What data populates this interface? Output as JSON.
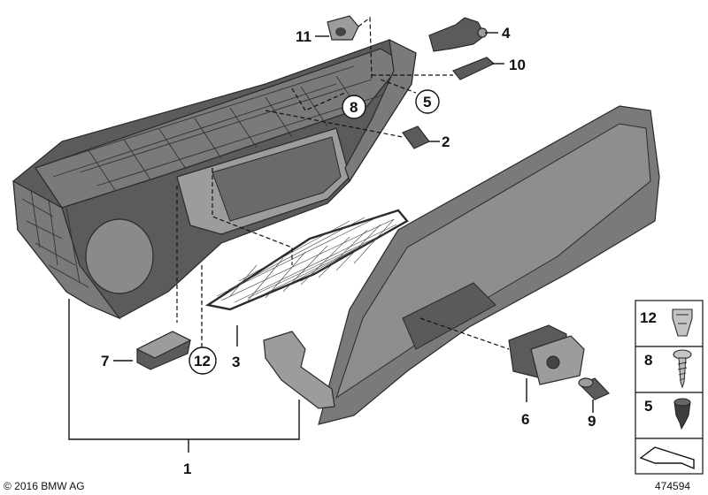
{
  "callouts": {
    "c1": "1",
    "c2": "2",
    "c3": "3",
    "c4": "4",
    "c5": "5",
    "c6": "6",
    "c7": "7",
    "c8": "8",
    "c9": "9",
    "c10": "10",
    "c11": "11",
    "c12": "12"
  },
  "legend": {
    "items": [
      "12",
      "8",
      "5"
    ]
  },
  "footer": {
    "copyright": "© 2016 BMW AG",
    "diagram_number": "474594"
  },
  "colors": {
    "part_dark": "#5b5b5b",
    "part_mid": "#7a7a7a",
    "part_light": "#9c9c9c",
    "line": "#111111"
  }
}
